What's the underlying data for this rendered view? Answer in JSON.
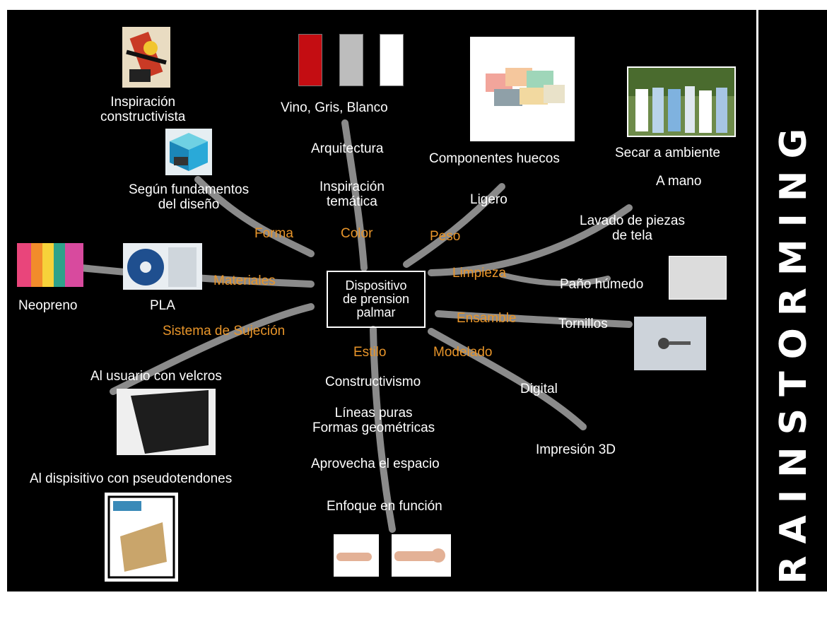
{
  "center": {
    "label": "Dispositivo\nde prension\npalmar"
  },
  "sidebar": {
    "title": "BRAINSTORMING"
  },
  "categories": {
    "forma": "Forma",
    "color": "Color",
    "peso": "Peso",
    "materiales": "Materiales",
    "limpieza": "Limpieza",
    "sujecion": "Sistema de Sujeción",
    "ensamble": "Ensamble",
    "estilo": "Estilo",
    "modelado": "Modelado"
  },
  "items": {
    "inspiracion_constructivista": "Inspiración\nconstructivista",
    "segun_fundamentos": "Según fundamentos\ndel diseño",
    "vino_gris_blanco": "Vino, Gris, Blanco",
    "arquitectura": "Arquitectura",
    "inspiracion_tematica": "Inspiración\ntemática",
    "componentes_huecos": "Componentes huecos",
    "ligero": "Ligero",
    "secar_ambiente": "Secar a ambiente",
    "a_mano": "A mano",
    "lavado_piezas": "Lavado de piezas\nde tela",
    "pano_humedo": "Paño húmedo",
    "tornillos": "Tornillos",
    "neopreno": "Neopreno",
    "pla": "PLA",
    "usuario_velcros": "Al usuario con velcros",
    "dispositivo_pseudotendones": "Al dispisitivo con pseudotendones",
    "constructivismo": "Constructivismo",
    "lineas_puras": "Líneas puras\nFormas geométricas",
    "aprovecha_espacio": "Aprovecha el espacio",
    "enfoque_funcion": "Enfoque en función",
    "digital": "Digital",
    "impresion_3d": "Impresión 3D"
  },
  "swatches": [
    {
      "name": "vino",
      "color": "#c40d12"
    },
    {
      "name": "gris",
      "color": "#bdbdbd"
    },
    {
      "name": "blanco",
      "color": "#ffffff"
    }
  ],
  "pictures": {
    "constructivist_art": "constructivist-art-image",
    "design_cube": "2d-3d-cube-image",
    "hollow_components": "hollow-components-image",
    "clothesline": "clothesline-image",
    "neoprene": "neoprene-image",
    "pla_spools": "pla-spools-image",
    "damp_cloth": "damp-cloth-image",
    "screws": "screws-image",
    "velcro": "velcro-image",
    "tendon_device": "tendon-device-image",
    "hand_open": "open-hand-image",
    "hand_fist": "closed-fist-image"
  }
}
